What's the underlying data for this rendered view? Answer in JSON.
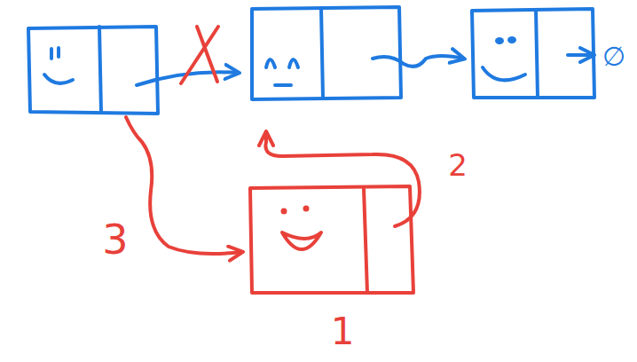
{
  "diagram": {
    "labels": [
      "∅",
      "2",
      "3",
      "1"
    ]
  }
}
